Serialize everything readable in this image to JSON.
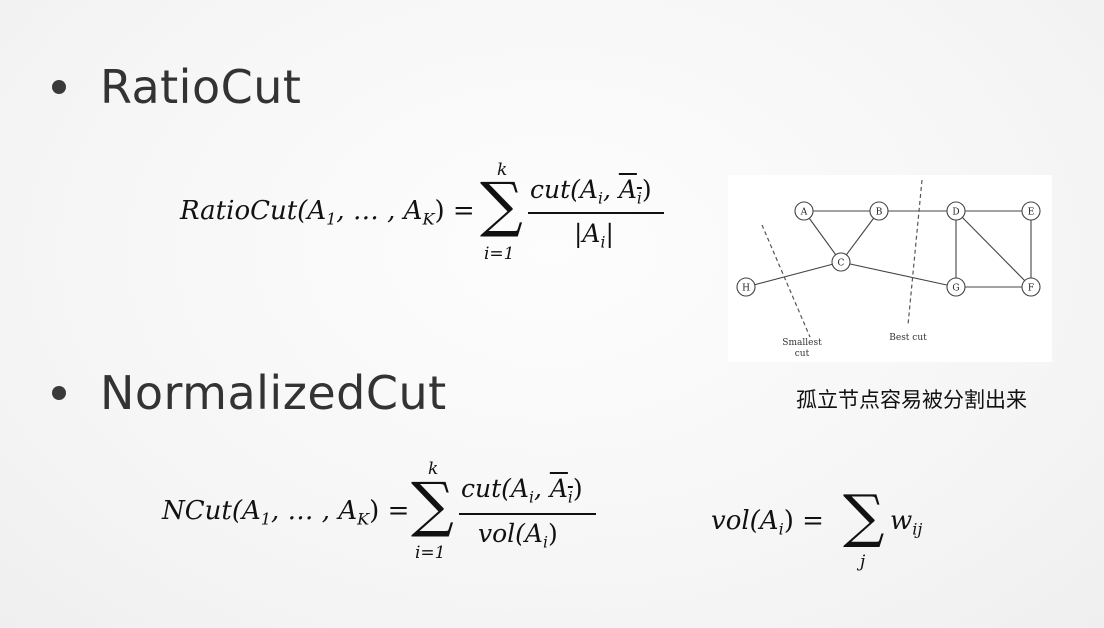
{
  "section1": {
    "heading": "RatioCut"
  },
  "section2": {
    "heading": "NormalizedCut"
  },
  "formula_ratiocut": {
    "lhs": "RatioCut(A",
    "lhs_sub": "1",
    "lhs_mid": ", … , A",
    "lhs_sub2": "K",
    "lhs_end": ") =",
    "sum_top": "k",
    "sum_bottom": "i=1",
    "numerator": "cut(A",
    "num_sub": "i",
    "num_mid": ", ",
    "num_bar": "A",
    "num_bar_sub": "i",
    "num_end": ")",
    "denominator": "|A",
    "den_sub": "i",
    "den_end": "|"
  },
  "formula_ncut": {
    "lhs": "NCut(A",
    "lhs_sub": "1",
    "lhs_mid": ", … , A",
    "lhs_sub2": "K",
    "lhs_end": ") =",
    "sum_top": "k",
    "sum_bottom": "i=1",
    "numerator": "cut(A",
    "num_sub": "i",
    "num_mid": ", ",
    "num_bar": "A",
    "num_bar_sub": "i",
    "num_end": ")",
    "denominator": "vol(A",
    "den_sub": "i",
    "den_end": ")"
  },
  "formula_vol": {
    "lhs": "vol(A",
    "lhs_sub": "i",
    "lhs_end": ") =",
    "sum_bottom": "j",
    "term": "w",
    "term_sub": "ij"
  },
  "graph": {
    "nodes": [
      {
        "id": "A",
        "label": "A"
      },
      {
        "id": "B",
        "label": "B"
      },
      {
        "id": "C",
        "label": "C"
      },
      {
        "id": "D",
        "label": "D"
      },
      {
        "id": "E",
        "label": "E"
      },
      {
        "id": "F",
        "label": "F"
      },
      {
        "id": "G",
        "label": "G"
      },
      {
        "id": "H",
        "label": "H"
      }
    ],
    "edges": [
      [
        "A",
        "B"
      ],
      [
        "A",
        "C"
      ],
      [
        "B",
        "C"
      ],
      [
        "B",
        "D"
      ],
      [
        "C",
        "H"
      ],
      [
        "C",
        "G"
      ],
      [
        "D",
        "E"
      ],
      [
        "D",
        "G"
      ],
      [
        "D",
        "F"
      ],
      [
        "E",
        "F"
      ],
      [
        "G",
        "F"
      ]
    ],
    "smallest_cut_label_1": "Smallest",
    "smallest_cut_label_2": "cut",
    "best_cut_label": "Best cut"
  },
  "caption": "孤立节点容易被分割出来"
}
